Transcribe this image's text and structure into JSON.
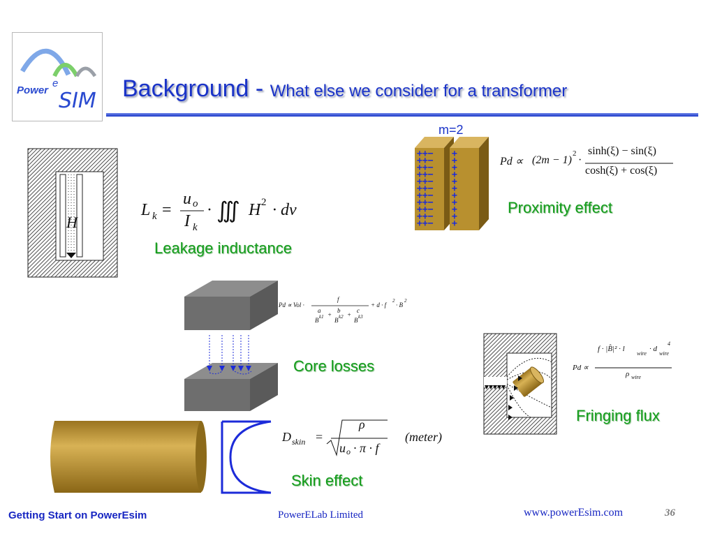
{
  "title": {
    "main": "Background",
    "dash": " - ",
    "sub": "What else we consider for a transformer"
  },
  "logo": {
    "word1": "Power",
    "sup": "e",
    "word2": "SIM"
  },
  "sections": {
    "leakage": {
      "label": "Leakage inductance",
      "h_symbol": "H"
    },
    "proximity": {
      "label": "Proximity effect",
      "m_value": "m=2",
      "charges": "++−",
      "plus": "+"
    },
    "core": {
      "label": "Core losses"
    },
    "fringing": {
      "label": "Fringing flux"
    },
    "skin": {
      "label": "Skin effect"
    }
  },
  "equations": {
    "leakage": {
      "lhs": "L",
      "lhs_sub": "k",
      "eq": "=",
      "num": "u",
      "num_sub": "o",
      "den": "I",
      "den_sub": "k",
      "dot": "·",
      "integral": "∭",
      "body": "H",
      "power": "2",
      "tail": "· dv"
    },
    "proximity": {
      "lhs": "Pd ∝",
      "factor": "(2m − 1)",
      "power": "2",
      "dot": "·",
      "num": "sinh(ξ) − sin(ξ)",
      "den": "cosh(ξ) + cos(ξ)"
    },
    "core": {
      "lhs": "Pd ∝ Vol ·",
      "num": "f",
      "t1n": "a",
      "t1d": "B",
      "t1e": "k1",
      "t2n": "b",
      "t2d": "B",
      "t2e": "k2",
      "t3n": "c",
      "t3d": "B",
      "t3e": "k3",
      "plus": "+",
      "tail": "+ d · f",
      "tail_p": "2",
      "tail2": "· B",
      "tail2_p": "2"
    },
    "fringing": {
      "lhs": "Pd ∝",
      "num": "f · |B̂|² · l",
      "num_sub1": "wire",
      "num_mid": "· d",
      "num_sub2": "wire",
      "num_pow": "4",
      "den": "ρ",
      "den_sub": "wire"
    },
    "skin": {
      "lhs": "D",
      "lhs_sub": "skin",
      "eq": "=",
      "num": "ρ",
      "den": "u",
      "den_sub": "o",
      "den_tail": "· π · f",
      "unit": "(meter)"
    }
  },
  "footer": {
    "left": "Getting Start on PowerEsim",
    "mid": "PowerELab Limited",
    "url": "www.powerEsim.com",
    "page": "36"
  },
  "colors": {
    "title": "#1a33c8",
    "label_green": "#139d1b",
    "copper": "#c9a23f",
    "core_grey": "#6e6e6e",
    "field_blue": "#1c2bd9"
  }
}
